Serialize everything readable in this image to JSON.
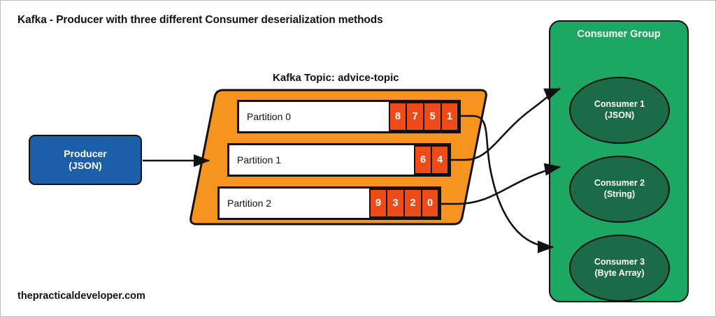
{
  "title": "Kafka - Producer with three different Consumer deserialization methods",
  "watermark": "thepracticaldeveloper.com",
  "colors": {
    "producer_blue": "#1C5FA8",
    "topic_orange": "#F79420",
    "message_orange": "#EE4B18",
    "group_green": "#1CA862",
    "consumer_green": "#1B6B48",
    "stroke": "#111111",
    "background": "#FFFFFF"
  },
  "producer": {
    "name": "Producer",
    "format": "(JSON)"
  },
  "topic": {
    "title": "Kafka Topic: advice-topic",
    "name": "advice-topic",
    "partitions": [
      {
        "label": "Partition 0",
        "messages": [
          "8",
          "7",
          "5",
          "1"
        ]
      },
      {
        "label": "Partition 1",
        "messages": [
          "6",
          "4"
        ]
      },
      {
        "label": "Partition 2",
        "messages": [
          "9",
          "3",
          "2",
          "0"
        ]
      }
    ]
  },
  "consumer_group": {
    "title": "Consumer Group",
    "consumers": [
      {
        "name": "Consumer 1",
        "format": "(JSON)"
      },
      {
        "name": "Consumer 2",
        "format": "(String)"
      },
      {
        "name": "Consumer 3",
        "format": "(Byte Array)"
      }
    ]
  },
  "connections": {
    "producer_to_topic": "Producer -> Kafka Topic",
    "partition_to_consumer": [
      {
        "from": "Partition 0",
        "to": "Consumer 3"
      },
      {
        "from": "Partition 1",
        "to": "Consumer 1"
      },
      {
        "from": "Partition 2",
        "to": "Consumer 2"
      }
    ]
  }
}
